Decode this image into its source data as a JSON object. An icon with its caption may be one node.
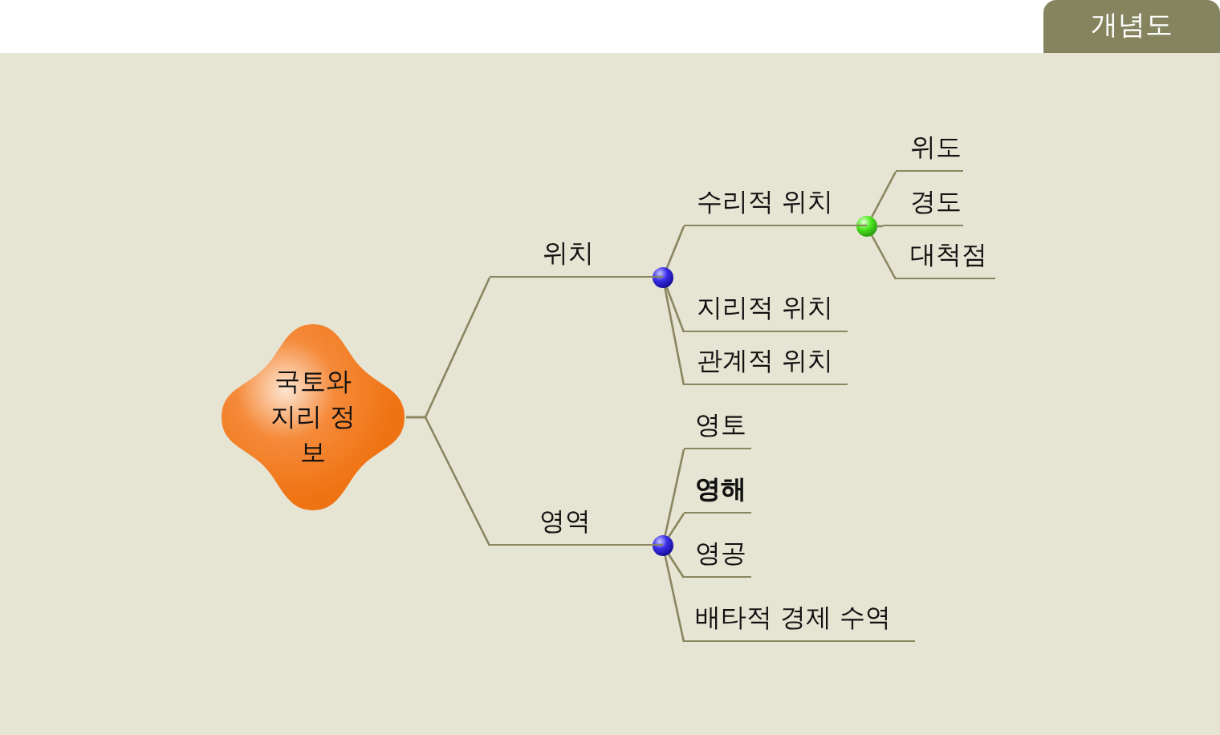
{
  "diagram": {
    "title": "개념도",
    "nodes": [
      {
        "text": [
          "국토와 지리 정보"
        ]
      },
      {
        "text": [
          "위치"
        ]
      },
      {
        "text": [
          "영역"
        ]
      },
      {
        "text": [
          "수리적 위치"
        ]
      },
      {
        "text": [
          "지리적 위치"
        ]
      },
      {
        "text": [
          "관계적 위치"
        ]
      },
      {
        "text": [
          "위도"
        ]
      },
      {
        "text": [
          "경도"
        ]
      },
      {
        "text": [
          "대척점"
        ]
      },
      {
        "text": [
          "영토"
        ]
      },
      {
        "text": [
          "**영해**"
        ]
      },
      {
        "text": [
          "영공"
        ]
      },
      {
        "text": [
          "배타적 경제 수역"
        ]
      }
    ],
    "edges": [
      {
        "from": 0,
        "to": 1,
        "arrow": "none"
      },
      {
        "from": 0,
        "to": 2,
        "arrow": "none"
      },
      {
        "from": 1,
        "to": 3,
        "arrow": "none"
      },
      {
        "from": 1,
        "to": 4,
        "arrow": "none"
      },
      {
        "from": 1,
        "to": 5,
        "arrow": "none"
      },
      {
        "from": 3,
        "to": 6,
        "arrow": "none"
      },
      {
        "from": 3,
        "to": 7,
        "arrow": "none"
      },
      {
        "from": 3,
        "to": 8,
        "arrow": "none"
      },
      {
        "from": 2,
        "to": 9,
        "arrow": "none"
      },
      {
        "from": 2,
        "to": 10,
        "arrow": "none"
      },
      {
        "from": 2,
        "to": 11,
        "arrow": "none"
      },
      {
        "from": 2,
        "to": 12,
        "arrow": "none"
      }
    ]
  }
}
